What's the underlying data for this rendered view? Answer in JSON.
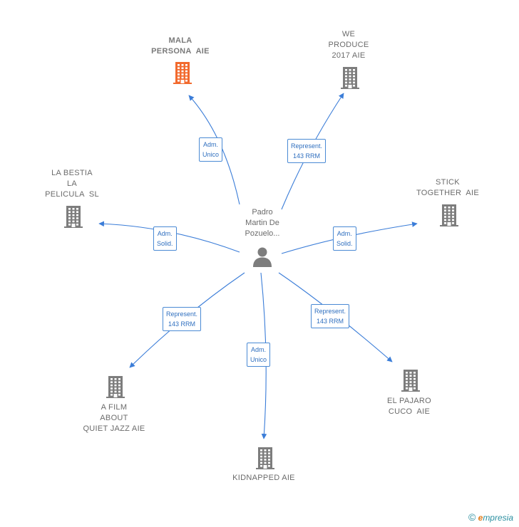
{
  "person": {
    "label_lines": [
      "Padro",
      "Martin De",
      "Pozuelo..."
    ]
  },
  "companies": [
    {
      "id": "mala",
      "lines": [
        "MALA",
        "PERSONA  AIE"
      ],
      "highlight": true
    },
    {
      "id": "weproduce",
      "lines": [
        "WE",
        "PRODUCE",
        "2017 AIE"
      ],
      "highlight": false
    },
    {
      "id": "labestia",
      "lines": [
        "LA BESTIA",
        "LA",
        "PELICULA  SL"
      ],
      "highlight": false
    },
    {
      "id": "stick",
      "lines": [
        "STICK",
        "TOGETHER  AIE"
      ],
      "highlight": false
    },
    {
      "id": "afilm",
      "lines": [
        "A FILM",
        "ABOUT",
        "QUIET JAZZ AIE"
      ],
      "highlight": false
    },
    {
      "id": "kidnapped",
      "lines": [
        "KIDNAPPED AIE"
      ],
      "highlight": false
    },
    {
      "id": "elpajaro",
      "lines": [
        "EL PAJARO",
        "CUCO  AIE"
      ],
      "highlight": false
    }
  ],
  "edges": [
    {
      "to": "mala",
      "label_lines": [
        "Adm.",
        "Unico"
      ]
    },
    {
      "to": "weproduce",
      "label_lines": [
        "Represent.",
        "143 RRM"
      ]
    },
    {
      "to": "labestia",
      "label_lines": [
        "Adm.",
        "Solid."
      ]
    },
    {
      "to": "stick",
      "label_lines": [
        "Adm.",
        "Solid."
      ]
    },
    {
      "to": "afilm",
      "label_lines": [
        "Represent.",
        "143 RRM"
      ]
    },
    {
      "to": "kidnapped",
      "label_lines": [
        "Adm.",
        "Unico"
      ]
    },
    {
      "to": "elpajaro",
      "label_lines": [
        "Represent.",
        "143 RRM"
      ]
    }
  ],
  "colors": {
    "edge": "#3b7dd8",
    "company": "#7d7d7d",
    "company_highlight": "#f26a2e",
    "person": "#7d7d7d"
  },
  "icons": {
    "company": "building-icon",
    "person": "person-icon"
  },
  "footer": {
    "copyright": "©",
    "brand_initial": "e",
    "brand_rest": "mpresia"
  }
}
